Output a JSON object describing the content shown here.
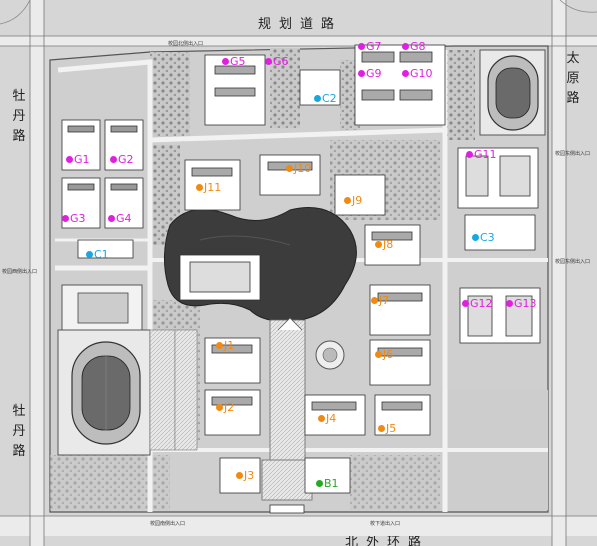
{
  "roads": {
    "top": "规划道路",
    "left_upper": "牡丹路",
    "left_lower": "牡丹路",
    "right": "太原路",
    "bottom": "北外环路"
  },
  "colors": {
    "G": "#e020e0",
    "C": "#1aa7e0",
    "J": "#f08a10",
    "B": "#22aa22",
    "block": "#ffffff",
    "lake": "#3a3a3a"
  },
  "markers": [
    {
      "id": "G1",
      "label": "G1",
      "type": "G",
      "icon": "magenta-dot"
    },
    {
      "id": "G2",
      "label": "G2",
      "type": "G",
      "icon": "magenta-dot"
    },
    {
      "id": "G3",
      "label": "G3",
      "type": "G",
      "icon": "magenta-dot"
    },
    {
      "id": "G4",
      "label": "G4",
      "type": "G",
      "icon": "magenta-dot"
    },
    {
      "id": "G5",
      "label": "G5",
      "type": "G",
      "icon": "magenta-dot"
    },
    {
      "id": "G6",
      "label": "G6",
      "type": "G",
      "icon": "magenta-dot"
    },
    {
      "id": "G7",
      "label": "G7",
      "type": "G",
      "icon": "magenta-dot"
    },
    {
      "id": "G8",
      "label": "G8",
      "type": "G",
      "icon": "magenta-dot"
    },
    {
      "id": "G9",
      "label": "G9",
      "type": "G",
      "icon": "magenta-dot"
    },
    {
      "id": "G10",
      "label": "G10",
      "type": "G",
      "icon": "magenta-dot"
    },
    {
      "id": "G11",
      "label": "G11",
      "type": "G",
      "icon": "magenta-dot"
    },
    {
      "id": "G12",
      "label": "G12",
      "type": "G",
      "icon": "magenta-dot"
    },
    {
      "id": "G13",
      "label": "G13",
      "type": "G",
      "icon": "magenta-dot"
    },
    {
      "id": "C1",
      "label": "C1",
      "type": "C",
      "icon": "cyan-dot"
    },
    {
      "id": "C2",
      "label": "C2",
      "type": "C",
      "icon": "cyan-dot"
    },
    {
      "id": "C3",
      "label": "C3",
      "type": "C",
      "icon": "cyan-dot"
    },
    {
      "id": "J1",
      "label": "J1",
      "type": "J",
      "icon": "orange-dot"
    },
    {
      "id": "J2",
      "label": "J2",
      "type": "J",
      "icon": "orange-dot"
    },
    {
      "id": "J3",
      "label": "J3",
      "type": "J",
      "icon": "orange-dot"
    },
    {
      "id": "J4",
      "label": "J4",
      "type": "J",
      "icon": "orange-dot"
    },
    {
      "id": "J5",
      "label": "J5",
      "type": "J",
      "icon": "orange-dot"
    },
    {
      "id": "J6",
      "label": "J6",
      "type": "J",
      "icon": "orange-dot"
    },
    {
      "id": "J7",
      "label": "J7",
      "type": "J",
      "icon": "orange-dot"
    },
    {
      "id": "J8",
      "label": "J8",
      "type": "J",
      "icon": "orange-dot"
    },
    {
      "id": "J9",
      "label": "J9",
      "type": "J",
      "icon": "orange-dot"
    },
    {
      "id": "J10",
      "label": "J10",
      "type": "J",
      "icon": "orange-dot"
    },
    {
      "id": "J11",
      "label": "J11",
      "type": "J",
      "icon": "orange-dot"
    },
    {
      "id": "B1",
      "label": "B1",
      "type": "B",
      "icon": "green-dot"
    }
  ],
  "entrances": {
    "north": "校园北侧出入口",
    "west": "校园西侧出入口",
    "east_upper": "校园东侧出入口",
    "east_lower": "校园东侧出入口",
    "south_left": "校园南侧出入口",
    "south_right": "校下道出入口"
  }
}
